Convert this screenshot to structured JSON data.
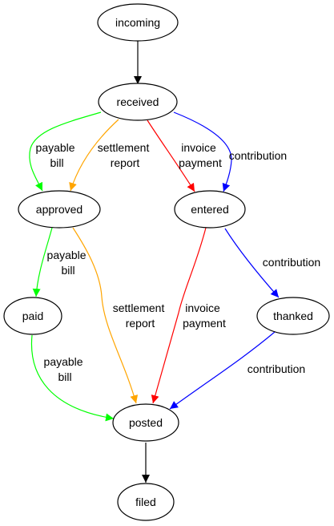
{
  "colors": {
    "black": "#000000",
    "green": "#00ff00",
    "orange": "#ffa500",
    "red": "#ff0000",
    "blue": "#0000ff"
  },
  "nodes": {
    "incoming": "incoming",
    "received": "received",
    "approved": "approved",
    "entered": "entered",
    "paid": "paid",
    "thanked": "thanked",
    "posted": "posted",
    "filed": "filed"
  },
  "edges": {
    "incoming_received": {
      "from": "incoming",
      "to": "received",
      "color": "black",
      "label": []
    },
    "received_approved_bill": {
      "from": "received",
      "to": "approved",
      "color": "green",
      "label": [
        "payable",
        "bill"
      ]
    },
    "received_approved_report": {
      "from": "received",
      "to": "approved",
      "color": "orange",
      "label": [
        "settlement",
        "report"
      ]
    },
    "received_entered_invoice": {
      "from": "received",
      "to": "entered",
      "color": "red",
      "label": [
        "invoice",
        "payment"
      ]
    },
    "received_entered_contribution": {
      "from": "received",
      "to": "entered",
      "color": "blue",
      "label": [
        "contribution"
      ]
    },
    "approved_paid_bill": {
      "from": "approved",
      "to": "paid",
      "color": "green",
      "label": [
        "payable",
        "bill"
      ]
    },
    "approved_posted_report": {
      "from": "approved",
      "to": "posted",
      "color": "orange",
      "label": [
        "settlement",
        "report"
      ]
    },
    "entered_posted_invoice": {
      "from": "entered",
      "to": "posted",
      "color": "red",
      "label": [
        "invoice",
        "payment"
      ]
    },
    "entered_thanked_contribution": {
      "from": "entered",
      "to": "thanked",
      "color": "blue",
      "label": [
        "contribution"
      ]
    },
    "paid_posted_bill": {
      "from": "paid",
      "to": "posted",
      "color": "green",
      "label": [
        "payable",
        "bill"
      ]
    },
    "thanked_posted_contribution": {
      "from": "thanked",
      "to": "posted",
      "color": "blue",
      "label": [
        "contribution"
      ]
    },
    "posted_filed": {
      "from": "posted",
      "to": "filed",
      "color": "black",
      "label": []
    }
  }
}
